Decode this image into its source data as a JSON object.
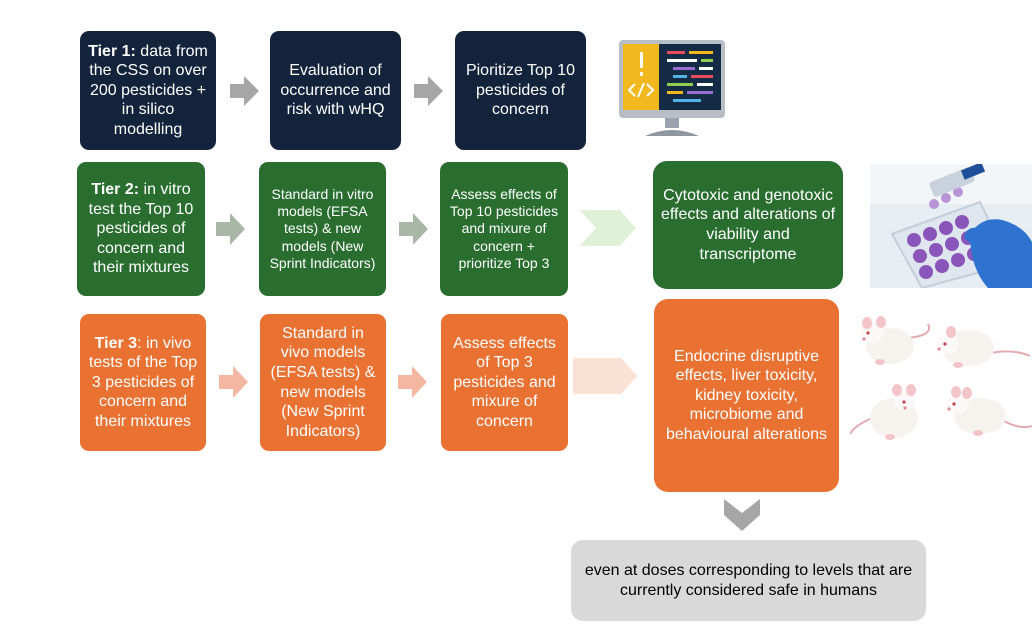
{
  "colors": {
    "navy": "#14233c",
    "green": "#2a6e2f",
    "orange": "#e97132",
    "gray_box": "#d9d9d9",
    "arrow_gray": "#a6a6a6",
    "arrow_sage": "#a9b8a6",
    "arrow_pale_green": "#dff2d8",
    "arrow_salmon": "#f4b7a2",
    "arrow_pale_salmon": "#fbe1d4"
  },
  "tier1": {
    "box1_bold": "Tier 1:",
    "box1_rest": " data from the CSS on over 200 pesticides + in silico modelling",
    "box2": "Evaluation of occurrence and risk with wHQ",
    "box3": "Pioritize Top 10 pesticides of concern",
    "icon": "computer-code-icon"
  },
  "tier2": {
    "box1_bold": "Tier 2:",
    "box1_rest": " in vitro test the Top 10 pesticides of concern and their mixtures",
    "box2": "Standard in vitro models (EFSA tests) & new models (New Sprint Indicators)",
    "box3": "Assess effects of Top 10 pesticides and mixure of concern + prioritize Top 3",
    "result": "Cytotoxic and genotoxic effects and alterations of viability and transcriptome",
    "icon": "lab-pipette-icon"
  },
  "tier3": {
    "box1_bold": "Tier 3",
    "box1_rest": ": in vivo tests of the Top 3 pesticides of concern and their mixtures",
    "box2": "Standard in vivo models (EFSA tests) & new models (New Sprint Indicators)",
    "box3": "Assess effects of Top 3 pesticides and mixure of concern",
    "result": "Endocrine disruptive effects, liver toxicity, kidney toxicity, microbiome and behavioural alterations",
    "icon": "lab-rats-icon"
  },
  "conclusion": "even at doses corresponding to levels that are currently considered safe in humans"
}
